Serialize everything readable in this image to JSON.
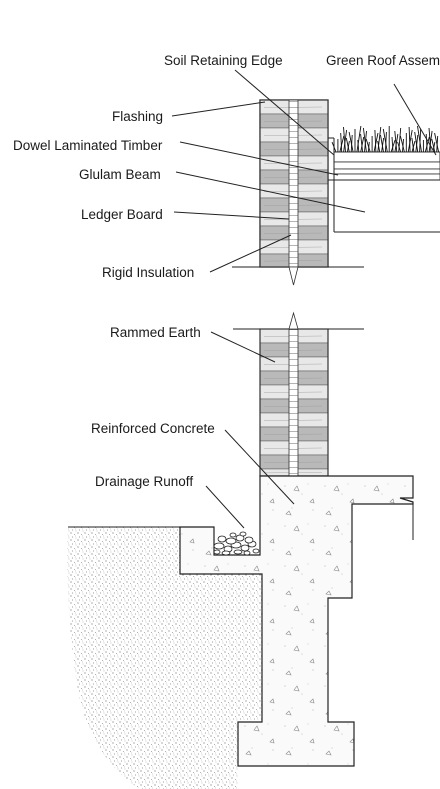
{
  "labels": {
    "soil_retaining_edge": "Soil Retaining Edge",
    "green_roof_assembly": "Green Roof Assembly",
    "flashing": "Flashing",
    "dowel_laminated_timber": "Dowel Laminated Timber",
    "glulam_beam": "Glulam Beam",
    "ledger_board": "Ledger Board",
    "rigid_insulation": "Rigid Insulation",
    "rammed_earth": "Rammed Earth",
    "reinforced_concrete": "Reinforced Concrete",
    "drainage_runoff": "Drainage Runoff"
  },
  "colors": {
    "line": "#222222",
    "earth_light": "#e8e8e8",
    "earth_dark": "#b9b9b9",
    "stipple": "#888888"
  }
}
